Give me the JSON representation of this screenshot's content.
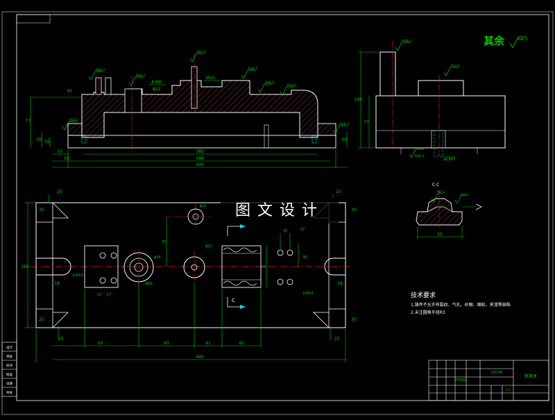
{
  "drawing": {
    "colors": {
      "background": "#000000",
      "frame": "#ffffff",
      "outline": "#ffffff",
      "dimension": "#00d000",
      "centerline": "#ff2020",
      "hatch": "#e05050",
      "hidden": "#00e0e0",
      "note": "#ffffff"
    },
    "roughness": {
      "label": "其余",
      "value": "Ra6.3"
    },
    "watermark": "图文设计",
    "section_label": "C-C",
    "view_arrows": {
      "top": "C",
      "bottom": "C"
    },
    "front_view": {
      "dimensions": {
        "len_a": "380",
        "len_b": "344",
        "len_c": "400",
        "left_a": "50",
        "left_b": "10",
        "height_a": "77",
        "height_b": "30",
        "height_c": "35",
        "thread": "M10",
        "hole_top": "4-M6",
        "hole_dia": "ϕ12",
        "side_h": "30",
        "right_h": "30"
      },
      "roughness": [
        "Ra6.3",
        "Ra6.3",
        "Ra1.6",
        "Ra6.3",
        "Ra6.3",
        "Ra3.2",
        "Ra3.2",
        "Ra6.3"
      ]
    },
    "side_view": {
      "dimensions": {
        "height": "140",
        "base_h": "77",
        "bore": "ϕ18H7"
      },
      "roughness": [
        "Ra6.3",
        "Ra3.2",
        "Ra6.3"
      ]
    },
    "section_view": {
      "dimensions": {
        "width": "50"
      },
      "roughness": [
        "Ra3.2",
        "Ra3.2"
      ]
    },
    "plan_view": {
      "dimensions": {
        "total": "440",
        "tl_x": "25",
        "tl_y": "30",
        "tr_x": "25",
        "tr_y": "30",
        "bl_x": "25",
        "bl_y": "25",
        "br_x": "25",
        "br_y": "30",
        "height": "160",
        "slot_l": "18",
        "slot_r": "18",
        "hole_a": "2-M10",
        "bore_a": "ϕ34",
        "bore_b": "ϕ50",
        "bore_c": "ϕ21",
        "pin_hole": "ϕ12",
        "sub_a": "12",
        "sub_b": "17",
        "y_offset": "75",
        "slot_w": "60",
        "span_a": "37",
        "span_b": "30",
        "hole_b": "2-M10",
        "seg_a": "65",
        "seg_b": "93",
        "seg_c": "41",
        "seg_d": "45",
        "half": "38"
      }
    },
    "notes": {
      "title": "技术要求",
      "items": [
        "1.铸件不允许有裂纹、气孔、砂眼、缩松、夹渣等缺陷",
        "2.未注圆角半径R3"
      ]
    },
    "title_block": {
      "name": "夹具体",
      "code": "ZJT-08",
      "material": "HT200",
      "scale": "1:2"
    },
    "side_table": [
      "设计",
      "审核",
      "校对",
      "批准",
      "日期",
      "共张"
    ]
  }
}
